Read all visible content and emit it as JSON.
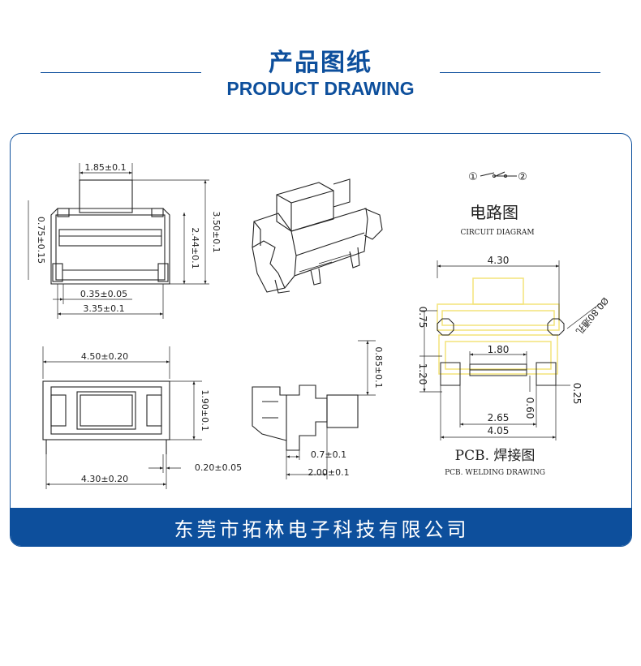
{
  "header": {
    "title_cn": "产品图纸",
    "title_en": "PRODUCT DRAWING"
  },
  "drawing": {
    "front_view": {
      "top_width": "1.85±0.1",
      "left_height": "0.75±0.15",
      "total_height": "3.50±0.1",
      "inner_height": "2.44±0.1",
      "foot_width": "0.35±0.05",
      "body_width": "3.35±0.1"
    },
    "top_view": {
      "width_top": "4.50±0.20",
      "height": "1.90±0.1",
      "width_bottom": "4.30±0.20",
      "lead_width": "0.20±0.05"
    },
    "side_view": {
      "height": "0.85±0.1",
      "width_small": "0.7±0.1",
      "width": "2.00±0.1"
    },
    "circuit": {
      "node1": "①",
      "node2": "②",
      "title_cn": "电路图",
      "title_en": "CIRCUIT DIAGRAM"
    },
    "pcb": {
      "width_top": "4.30",
      "left_dim": "0.75",
      "hole_label": "Ø0.80通孔",
      "inner_width": "1.80",
      "pad_height": "1.20",
      "pad_gap": "0.60",
      "right_dim": "0.25",
      "pad_span": "2.65",
      "total_width": "4.05",
      "title_cn": "PCB. 焊接图",
      "title_en": "PCB. WELDING DRAWING"
    }
  },
  "footer": {
    "company": "东莞市拓林电子科技有限公司"
  },
  "colors": {
    "brand": "#0d4f9c",
    "pcb_highlight": "#f3e37a"
  }
}
